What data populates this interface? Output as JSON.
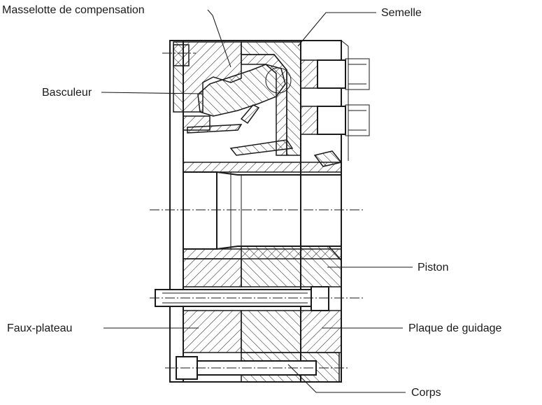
{
  "labels": {
    "masselotte": "Masselotte de compensation",
    "semelle": "Semelle",
    "basculeur": "Basculeur",
    "piston": "Piston",
    "faux_plateau": "Faux-plateau",
    "plaque_guidage": "Plaque de guidage",
    "corps": "Corps"
  }
}
